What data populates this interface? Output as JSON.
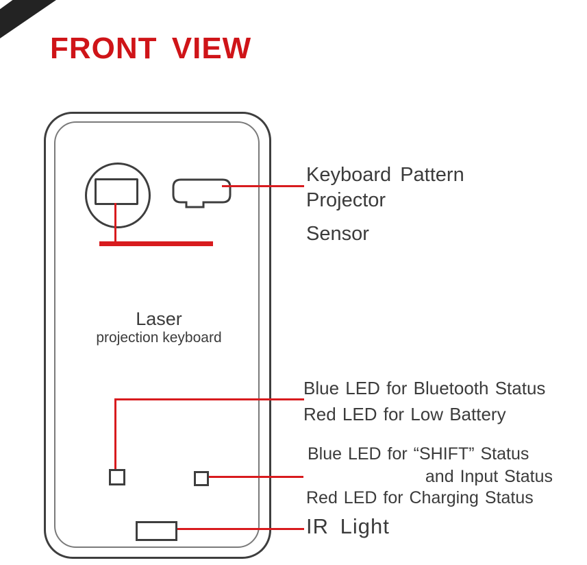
{
  "title": "FRONT VIEW",
  "device": {
    "name_line1": "Laser",
    "name_line2": "projection keyboard"
  },
  "labels": {
    "projector_line1": "Keyboard Pattern",
    "projector_line2": "Projector",
    "sensor": "Sensor",
    "bluetooth_status": "Blue LED for Bluetooth Status",
    "low_battery": "Red LED for Low Battery",
    "shift_status_line1": "Blue LED for “SHIFT” Status",
    "shift_status_line2": "and Input Status",
    "shift_status_line3": "Red LED for Charging Status",
    "ir_light": "IR Light"
  },
  "colors": {
    "accent_red": "#d81b1e",
    "title_red": "#cf1418",
    "outline_gray": "#3e3e3e",
    "text_gray": "#3b3b3b"
  }
}
